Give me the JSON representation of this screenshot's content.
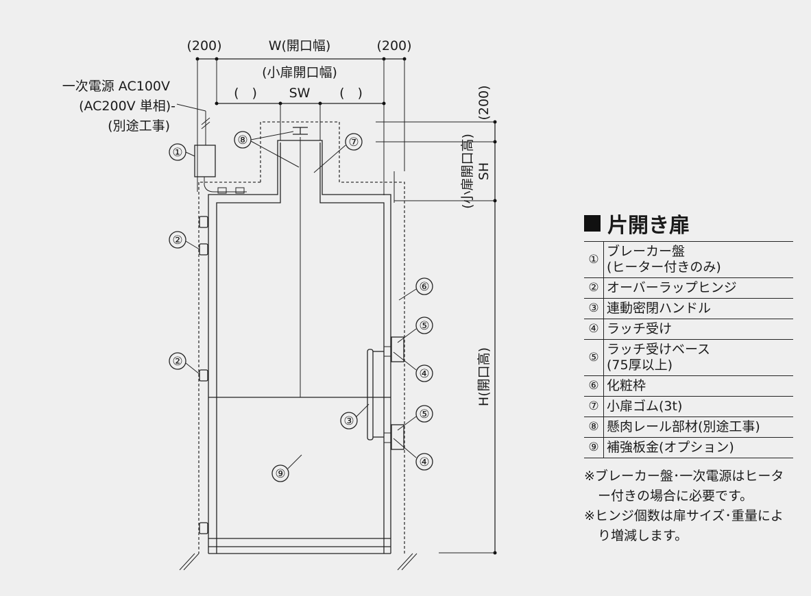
{
  "dimensions": {
    "left_margin": "(200)",
    "width": "W(開口幅)",
    "right_margin": "(200)",
    "small_door_width_label": "(小扉開口幅)",
    "sw_left_paren": "(　)",
    "sw": "SW",
    "sw_right_paren": "(　)",
    "top_margin": "(200)",
    "small_door_height_label": "(小扉開口高)",
    "sh": "SH",
    "height": "H(開口高)"
  },
  "power_note": {
    "line1": "一次電源 AC100V",
    "line2": "(AC200V 単相)-",
    "line3": "(別途工事)"
  },
  "callouts": [
    "①",
    "②",
    "②",
    "⑧",
    "⑦",
    "⑥",
    "⑤",
    "④",
    "③",
    "⑤",
    "④",
    "⑨"
  ],
  "legend": {
    "title": "片開き扉",
    "items": [
      {
        "num": "①",
        "lines": [
          "ブレーカー盤",
          "(ヒーター付きのみ)"
        ]
      },
      {
        "num": "②",
        "lines": [
          "オーバーラップヒンジ"
        ]
      },
      {
        "num": "③",
        "lines": [
          "連動密閉ハンドル"
        ]
      },
      {
        "num": "④",
        "lines": [
          "ラッチ受け"
        ]
      },
      {
        "num": "⑤",
        "lines": [
          "ラッチ受けベース",
          "(75厚以上)"
        ]
      },
      {
        "num": "⑥",
        "lines": [
          "化粧枠"
        ]
      },
      {
        "num": "⑦",
        "lines": [
          "小扉ゴム(3t)"
        ]
      },
      {
        "num": "⑧",
        "lines": [
          "懸肉レール部材(別途工事)"
        ]
      },
      {
        "num": "⑨",
        "lines": [
          "補強板金(オプション)"
        ]
      }
    ],
    "notes": [
      "※ブレーカー盤･一次電源はヒーター付きの場合に必要です。",
      "※ヒンジ個数は扉サイズ･重量により増減します。"
    ]
  }
}
